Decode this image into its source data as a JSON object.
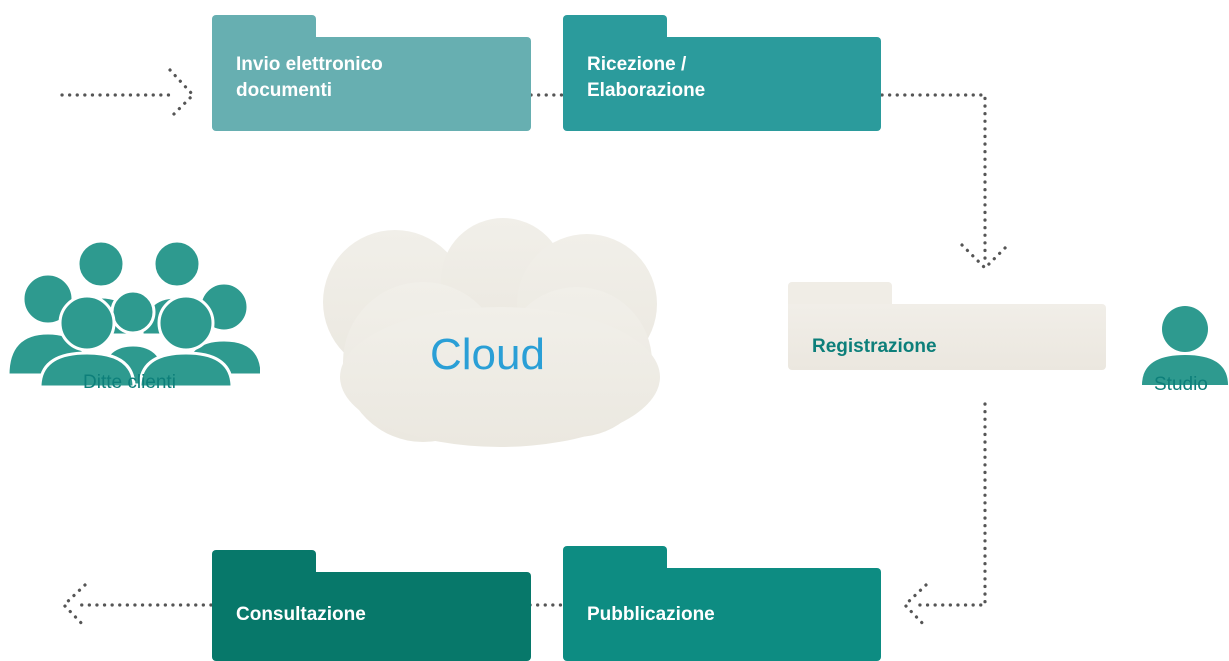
{
  "colors": {
    "folder_light": "#67afb1",
    "folder_medium": "#2b9b9c",
    "folder_dark": "#0d8c82",
    "folder_darkest": "#07786a",
    "folder_neutral": "#eeebe4",
    "people": "#2e9a8f",
    "cloud": "#efece5",
    "cloud_text": "#2a9fd6",
    "label_text": "#0d7f7a",
    "connector": "#555555"
  },
  "steps": {
    "invio": {
      "label_line1": "Invio elettronico",
      "label_line2": "documenti"
    },
    "ricezione": {
      "label_line1": "Ricezione /",
      "label_line2": "Elaborazione"
    },
    "registrazione": {
      "label": "Registrazione"
    },
    "pubblicazione": {
      "label": "Pubblicazione"
    },
    "consultazione": {
      "label": "Consultazione"
    }
  },
  "cloud": {
    "label": "Cloud"
  },
  "actors": {
    "clients": {
      "label": "Ditte clienti",
      "icon": "people-group-icon"
    },
    "studio": {
      "label": "Studio",
      "icon": "person-icon"
    }
  }
}
